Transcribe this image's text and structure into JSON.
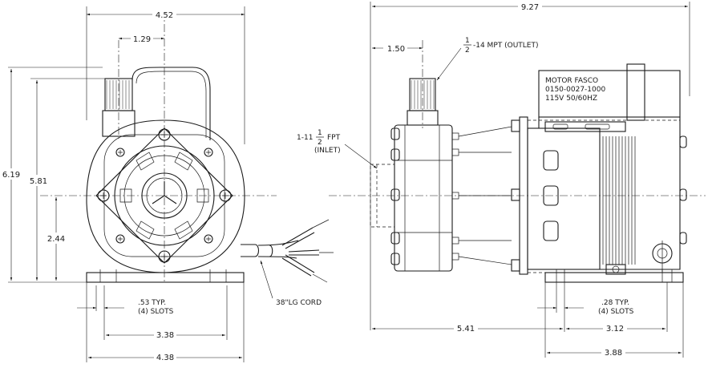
{
  "front_view": {
    "dims": {
      "overall_width": "4.52",
      "outlet_offset": "1.29",
      "overall_height": "6.19",
      "height_to_outlet": "5.81",
      "height_to_center": "2.44",
      "slot_spacing": "3.38",
      "base_width": "4.38"
    },
    "notes": {
      "slots_line1": ".53 TYP.",
      "slots_line2": "(4) SLOTS",
      "cord": "38\"LG CORD"
    }
  },
  "side_view": {
    "dims": {
      "overall_length": "9.27",
      "outlet_offset": "1.50",
      "inlet_to_slot": "5.41",
      "slot_spacing": "3.12",
      "base_length": "3.88"
    },
    "notes": {
      "outlet_frac_num": "1",
      "outlet_frac_den": "2",
      "outlet_rest": "-14 MPT (OUTLET)",
      "inlet_prefix": "1-11",
      "inlet_frac_num": "1",
      "inlet_frac_den": "2",
      "inlet_rest": "FPT",
      "inlet_label": "(INLET)",
      "slots_line1": ".28 TYP.",
      "slots_line2": "(4) SLOTS"
    },
    "motor_label": {
      "line1": "MOTOR FASCO",
      "line2": "0150-0027-1000",
      "line3": "115V 50/60HZ"
    }
  }
}
